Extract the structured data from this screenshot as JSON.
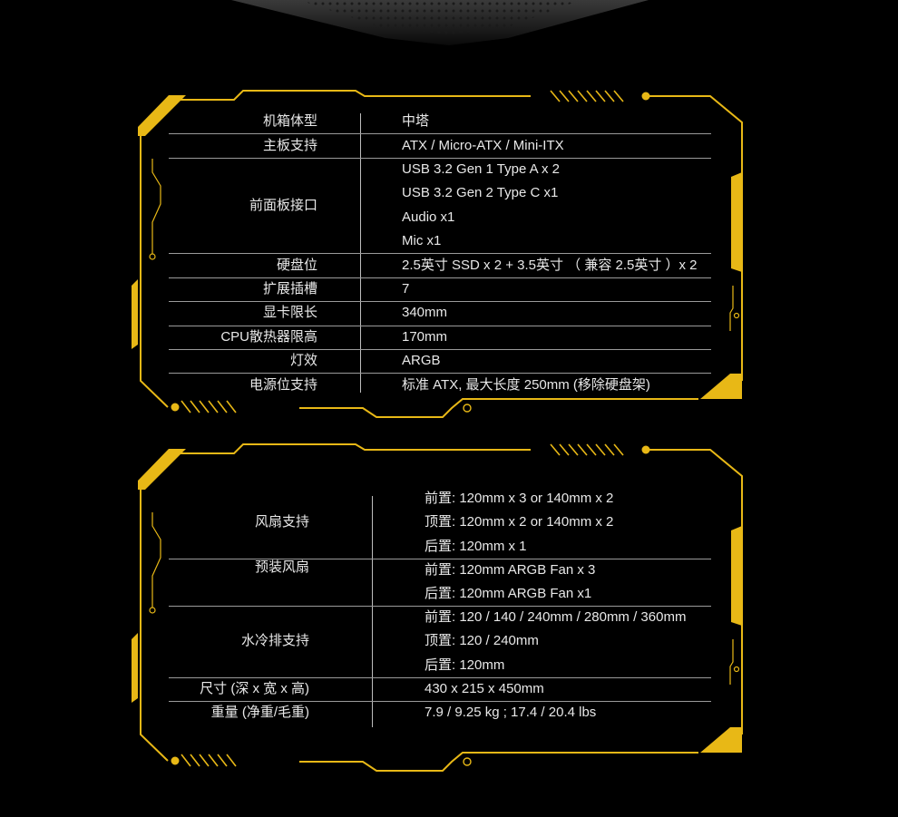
{
  "colors": {
    "accent": "#f0c419",
    "background": "#000000",
    "text": "#e8e8e8"
  },
  "spec_table_1": {
    "rows": [
      {
        "label": "机箱体型",
        "values": [
          "中塔"
        ]
      },
      {
        "label": "主板支持",
        "values": [
          "ATX / Micro-ATX / Mini-ITX"
        ]
      },
      {
        "label": "前面板接口",
        "values": [
          "USB 3.2 Gen 1 Type A x 2",
          "USB 3.2 Gen 2 Type C x1",
          "Audio x1",
          "Mic x1"
        ]
      },
      {
        "label": "硬盘位",
        "values": [
          "2.5英寸 SSD x 2 + 3.5英寸 （ 兼容 2.5英寸 ）x 2"
        ]
      },
      {
        "label": "扩展插槽",
        "values": [
          "7"
        ]
      },
      {
        "label": "显卡限长",
        "values": [
          "340mm"
        ]
      },
      {
        "label": "CPU散热器限高",
        "values": [
          "170mm"
        ]
      },
      {
        "label": "灯效",
        "values": [
          "ARGB"
        ]
      },
      {
        "label": "电源位支持",
        "values": [
          "标准 ATX, 最大长度 250mm (移除硬盘架)"
        ]
      }
    ]
  },
  "spec_table_2": {
    "rows": [
      {
        "label": "风扇支持",
        "values": [
          "前置: 120mm x 3 or 140mm x 2",
          "顶置: 120mm x 2 or 140mm x 2",
          "后置: 120mm x 1"
        ]
      },
      {
        "label": "预装风扇",
        "values": [
          "前置: 120mm ARGB Fan x 3",
          "后置: 120mm ARGB Fan x1"
        ]
      },
      {
        "label": "水冷排支持",
        "values": [
          "前置: 120 / 140 / 240mm / 280mm / 360mm",
          "顶置: 120 / 240mm",
          "后置: 120mm"
        ]
      },
      {
        "label": "尺寸 (深 x 宽 x 高)",
        "values": [
          "430 x 215 x 450mm"
        ]
      },
      {
        "label": "重量 (净重/毛重)",
        "values": [
          "7.9 / 9.25 kg ; 17.4 / 20.4 lbs"
        ]
      }
    ]
  }
}
